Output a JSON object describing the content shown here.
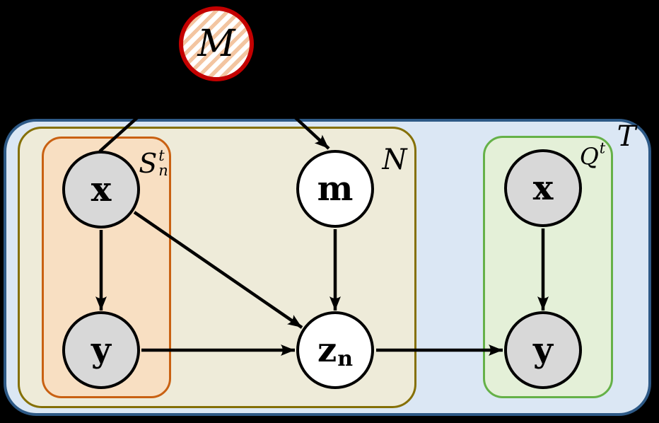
{
  "diagram": {
    "type": "probabilistic-graphical-model-plate-notation",
    "nodes": {
      "M": {
        "label": "M",
        "style": "hatched-circle",
        "fill": "hatched",
        "border": "#c40000"
      },
      "x_left": {
        "label": "x",
        "fill": "#d8d8d8"
      },
      "y_left": {
        "label": "y",
        "fill": "#d8d8d8"
      },
      "m": {
        "label": "m",
        "fill": "#ffffff"
      },
      "z": {
        "label": "z",
        "sub": "n",
        "fill": "#ffffff"
      },
      "x_right": {
        "label": "x",
        "fill": "#d8d8d8"
      },
      "y_right": {
        "label": "y",
        "fill": "#d8d8d8"
      }
    },
    "plates": {
      "T": {
        "label": "T",
        "fill": "#dbe7f4",
        "border": "#2d5986"
      },
      "N": {
        "label": "N",
        "fill": "#eeebd9",
        "border": "#857005"
      },
      "S": {
        "label": "S",
        "sup": "t",
        "sub": "n",
        "fill": "#f8dfc2",
        "border": "#c96112"
      },
      "Q": {
        "label": "Q",
        "sup": "t",
        "fill": "#e4f0d8",
        "border": "#65b148"
      }
    },
    "edges": [
      {
        "from": "M",
        "to": "x_left",
        "arrowhead": false
      },
      {
        "from": "M",
        "to": "m",
        "arrowhead": true
      },
      {
        "from": "x_left",
        "to": "y_left",
        "arrowhead": true
      },
      {
        "from": "x_left",
        "to": "z",
        "arrowhead": true
      },
      {
        "from": "y_left",
        "to": "z",
        "arrowhead": true
      },
      {
        "from": "m",
        "to": "z",
        "arrowhead": true
      },
      {
        "from": "z",
        "to": "y_right",
        "arrowhead": true
      },
      {
        "from": "x_right",
        "to": "y_right",
        "arrowhead": true
      }
    ],
    "colors": {
      "background": "#000000",
      "edge": "#000000",
      "node_border": "#000000",
      "M_hatch": "#f3c5a1"
    }
  }
}
